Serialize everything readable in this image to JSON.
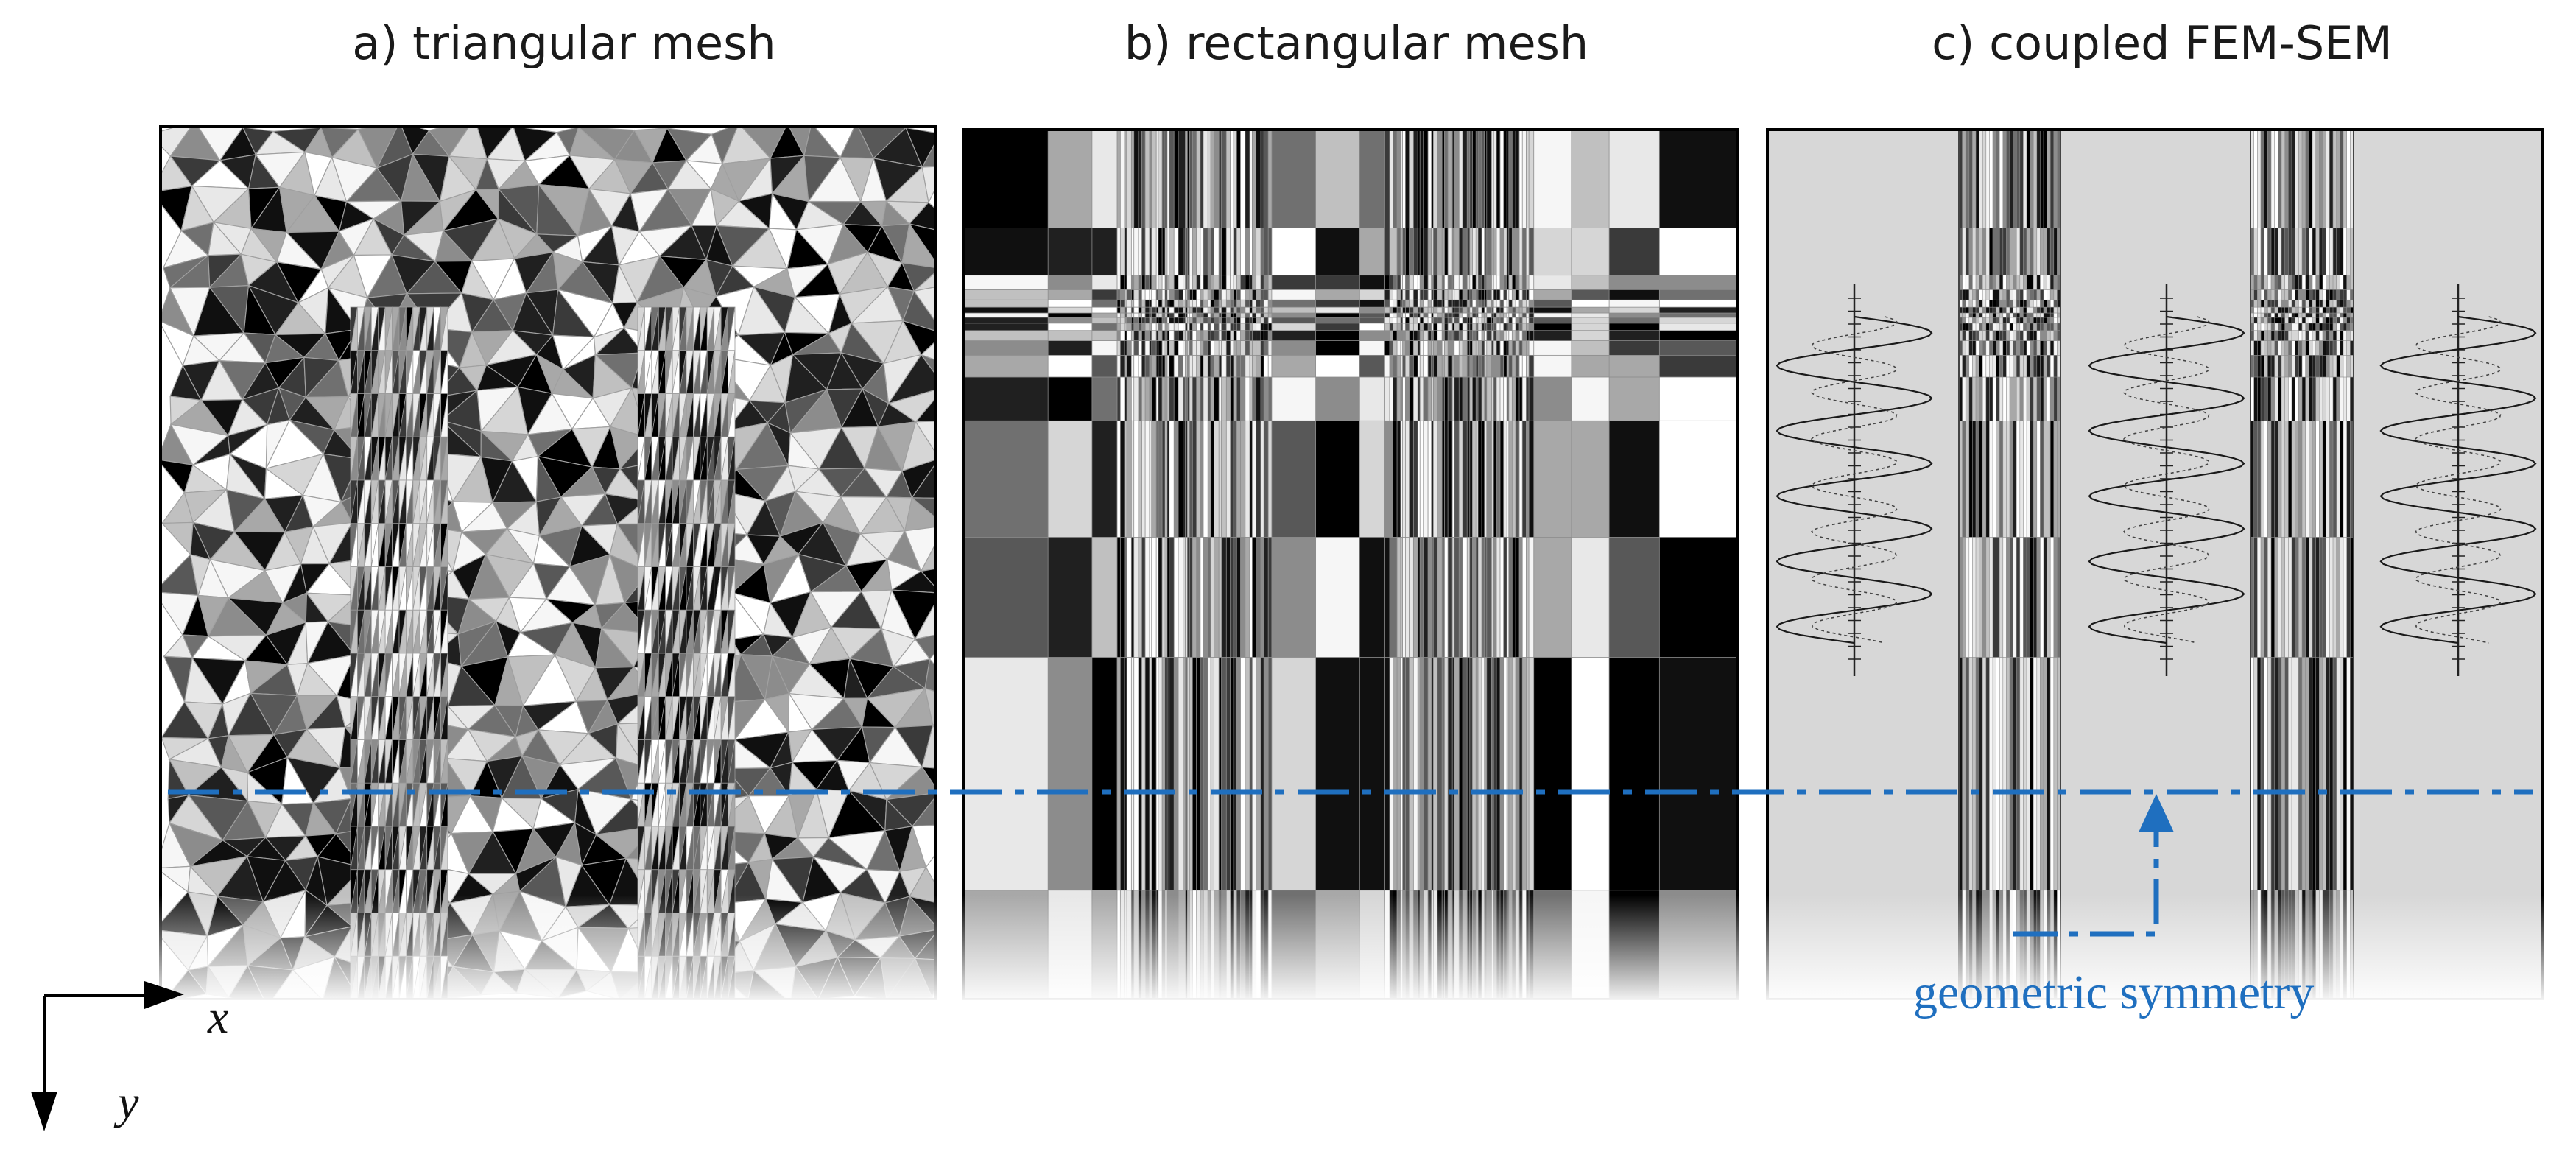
{
  "panels": {
    "a": {
      "title": "a) triangular mesh"
    },
    "b": {
      "title": "b) rectangular mesh"
    },
    "c": {
      "title": "c) coupled FEM-SEM"
    }
  },
  "axes": {
    "x_label": "x",
    "y_label": "y"
  },
  "annotation": {
    "symmetry_label": "geometric symmetry"
  },
  "colors": {
    "accent": "#1f6fbf",
    "frame": "#000000",
    "sem_background": "#d7d7d7"
  },
  "icons": {
    "x_axis": "arrow-right-icon",
    "y_axis": "arrow-down-icon"
  }
}
